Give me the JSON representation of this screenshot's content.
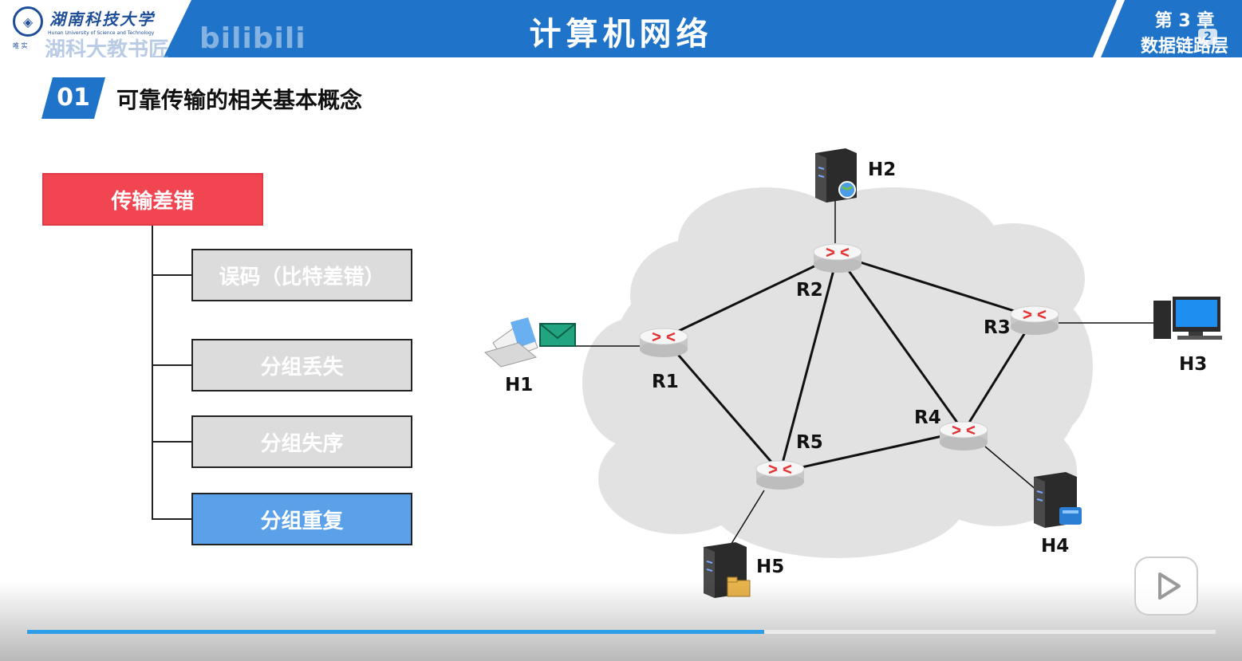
{
  "header": {
    "university_cn": "湖南科技大学",
    "university_en": "Hunan University of Science and Technology",
    "motto": "唯 实",
    "uploader_watermark": "湖科大教书匠",
    "site_watermark": "bilibili",
    "course_title": "计算机网络",
    "chapter_number": "第 3 章",
    "chapter_name": "数据链路层",
    "chapter_badge": "2"
  },
  "section": {
    "number": "01",
    "title": "可靠传输的相关基本概念"
  },
  "tree": {
    "root": "传输差错",
    "items": [
      {
        "label": "误码（比特差错）",
        "style": "gray"
      },
      {
        "label": "分组丢失",
        "style": "gray"
      },
      {
        "label": "分组失序",
        "style": "gray"
      },
      {
        "label": "分组重复",
        "style": "blue"
      }
    ]
  },
  "network": {
    "hosts": [
      "H1",
      "H2",
      "H3",
      "H4",
      "H5"
    ],
    "routers": [
      "R1",
      "R2",
      "R3",
      "R4",
      "R5"
    ],
    "links": [
      [
        "H1",
        "R1"
      ],
      [
        "R1",
        "R2"
      ],
      [
        "R1",
        "R5"
      ],
      [
        "R2",
        "R3"
      ],
      [
        "R2",
        "R4"
      ],
      [
        "R2",
        "R5"
      ],
      [
        "R3",
        "R4"
      ],
      [
        "R4",
        "R5"
      ],
      [
        "R2",
        "H2"
      ],
      [
        "R3",
        "H3"
      ],
      [
        "R4",
        "H4"
      ],
      [
        "R5",
        "H5"
      ]
    ]
  },
  "colors": {
    "header_blue": "#1f74c9",
    "root_red": "#f14652",
    "item_gray": "#dcdcdc",
    "item_blue": "#5aa1ea",
    "cloud": "#e2e2e2",
    "progress": "#2e9ee8"
  },
  "player": {
    "progress_fraction": 0.62,
    "play_icon": "play-icon"
  }
}
